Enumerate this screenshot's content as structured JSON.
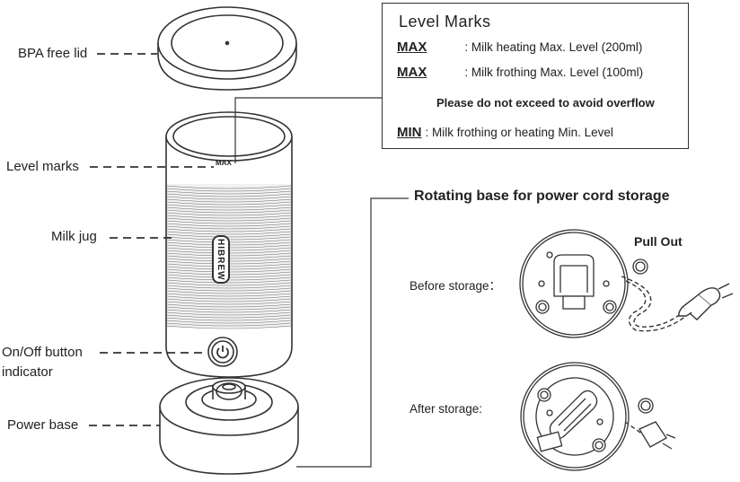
{
  "callouts": {
    "lid": "BPA free lid",
    "level_marks": "Level marks",
    "jug": "Milk jug",
    "button_line1": "On/Off button",
    "button_line2": "indicator",
    "power_base": "Power base"
  },
  "level_box": {
    "title": "Level  Marks",
    "row1_key": "MAX",
    "row1_text": ": Milk heating Max. Level (200ml)",
    "row2_key": "MAX",
    "row2_text": ": Milk frothing Max. Level (100ml)",
    "warning": "Please do not exceed to avoid overflow",
    "row4_key": "MIN",
    "row4_text": ": Milk frothing or heating Min. Level"
  },
  "base_section": {
    "title": "Rotating base for power cord storage",
    "pull_out": "Pull Out",
    "before": "Before storage：",
    "after": "After storage:"
  },
  "jug_brand": "HIBREW",
  "jug_mark": "MAX",
  "icons": [
    "warning-icon",
    "max-heating-icon",
    "max-frothing-icon",
    "power-icon",
    "plug-icon"
  ],
  "colors": {
    "line": "#333333",
    "body": "#ffffff"
  }
}
